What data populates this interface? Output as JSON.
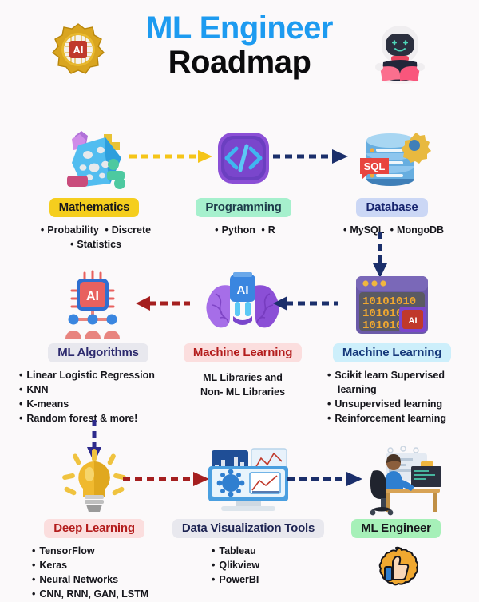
{
  "header": {
    "title_line1": "ML Engineer",
    "title_line2": "Roadmap",
    "gear_badge_text": "AI",
    "gear_icon_name": "gear-ai-icon",
    "robot_icon_name": "robot-reading-icon",
    "title_color_1": "#1d9bf0",
    "title_color_2": "#0b0b0d"
  },
  "background_color": "#fbf9fa",
  "nodes": [
    {
      "id": "mathematics",
      "label": "Mathematics",
      "pill_bg": "#f5ce1e",
      "pill_text_color": "#16161c",
      "icon": "dice-math-icon",
      "items": [
        "Probability",
        "Discrete",
        "Statistics"
      ],
      "items_line1": "Probability",
      "items_line2": "Discrete",
      "items_line3": "Statistics"
    },
    {
      "id": "programming",
      "label": "Programming",
      "pill_bg": "#a6f0cd",
      "pill_text_color": "#1d3b4a",
      "icon": "code-brackets-icon",
      "items": [
        "Python",
        "R"
      ],
      "items_line1": "Python",
      "items_line2": "R"
    },
    {
      "id": "database",
      "label": "Database",
      "pill_bg": "#cbd7f5",
      "pill_text_color": "#17246e",
      "icon": "database-sql-icon",
      "badge_text": "SQL",
      "items": [
        "MySQL",
        "MongoDB"
      ],
      "items_line1": "MySQL",
      "items_line2": "MongoDB"
    },
    {
      "id": "ml-algorithms",
      "label": "ML Algorithms",
      "pill_bg": "#e8e8ee",
      "pill_text_color": "#2d2a6e",
      "icon": "ai-chip-network-icon",
      "badge_text": "AI",
      "items": [
        "Linear Logistic Regression",
        "KNN",
        "K-means",
        "Random forest & more!"
      ]
    },
    {
      "id": "machine-learning-libraries",
      "label": "Machine Learning",
      "pill_bg": "#fbdede",
      "pill_text_color": "#b31c1c",
      "icon": "brain-ai-icon",
      "badge_text": "AI",
      "items": [
        "ML Libraries and",
        "Non- ML Libraries"
      ],
      "items_line1": "ML Libraries and",
      "items_line2": "Non- ML Libraries"
    },
    {
      "id": "machine-learning-types",
      "label": "Machine Learning",
      "pill_bg": "#cdeffb",
      "pill_text_color": "#15387a",
      "icon": "binary-chip-icon",
      "badge_text": "AI",
      "items": [
        "Scikit learn Supervised learning",
        "Unsupervised learning",
        "Reinforcement learning"
      ]
    },
    {
      "id": "deep-learning",
      "label": "Deep Learning",
      "pill_bg": "#fbdede",
      "pill_text_color": "#b31c1c",
      "icon": "lightbulb-icon",
      "items": [
        "TensorFlow",
        "Keras",
        "Neural Networks",
        "CNN, RNN, GAN, LSTM"
      ]
    },
    {
      "id": "data-visualization-tools",
      "label": "Data Visualization Tools",
      "pill_bg": "#e8e8ee",
      "pill_text_color": "#1d2352",
      "icon": "monitor-charts-icon",
      "items": [
        "Tableau",
        "Qlikview",
        "PowerBI"
      ]
    },
    {
      "id": "ml-engineer",
      "label": "ML Engineer",
      "pill_bg": "#a6f0b8",
      "pill_text_color": "#16161c",
      "icon": "person-at-desk-icon",
      "footer_icon": "thumbs-up-badge-icon",
      "items": []
    }
  ],
  "connectors": [
    {
      "id": "math-to-programming",
      "direction": "right",
      "color": "#f5c518",
      "style": "dashed"
    },
    {
      "id": "programming-to-database",
      "direction": "right",
      "color": "#1b2f6b",
      "style": "dashed"
    },
    {
      "id": "database-to-ml-types",
      "direction": "down",
      "color": "#1b2f6b",
      "style": "dashed"
    },
    {
      "id": "ml-types-to-ml-libraries",
      "direction": "left",
      "color": "#1b2f6b",
      "style": "dashed"
    },
    {
      "id": "ml-libraries-to-algorithms",
      "direction": "left",
      "color": "#a51f1f",
      "style": "dashed"
    },
    {
      "id": "algorithms-to-deep-learning",
      "direction": "down",
      "color": "#2d2a8c",
      "style": "dashed"
    },
    {
      "id": "deep-learning-to-dataviz",
      "direction": "right",
      "color": "#a51f1f",
      "style": "dashed"
    },
    {
      "id": "dataviz-to-ml-engineer",
      "direction": "right",
      "color": "#1b2f6b",
      "style": "dashed"
    }
  ]
}
